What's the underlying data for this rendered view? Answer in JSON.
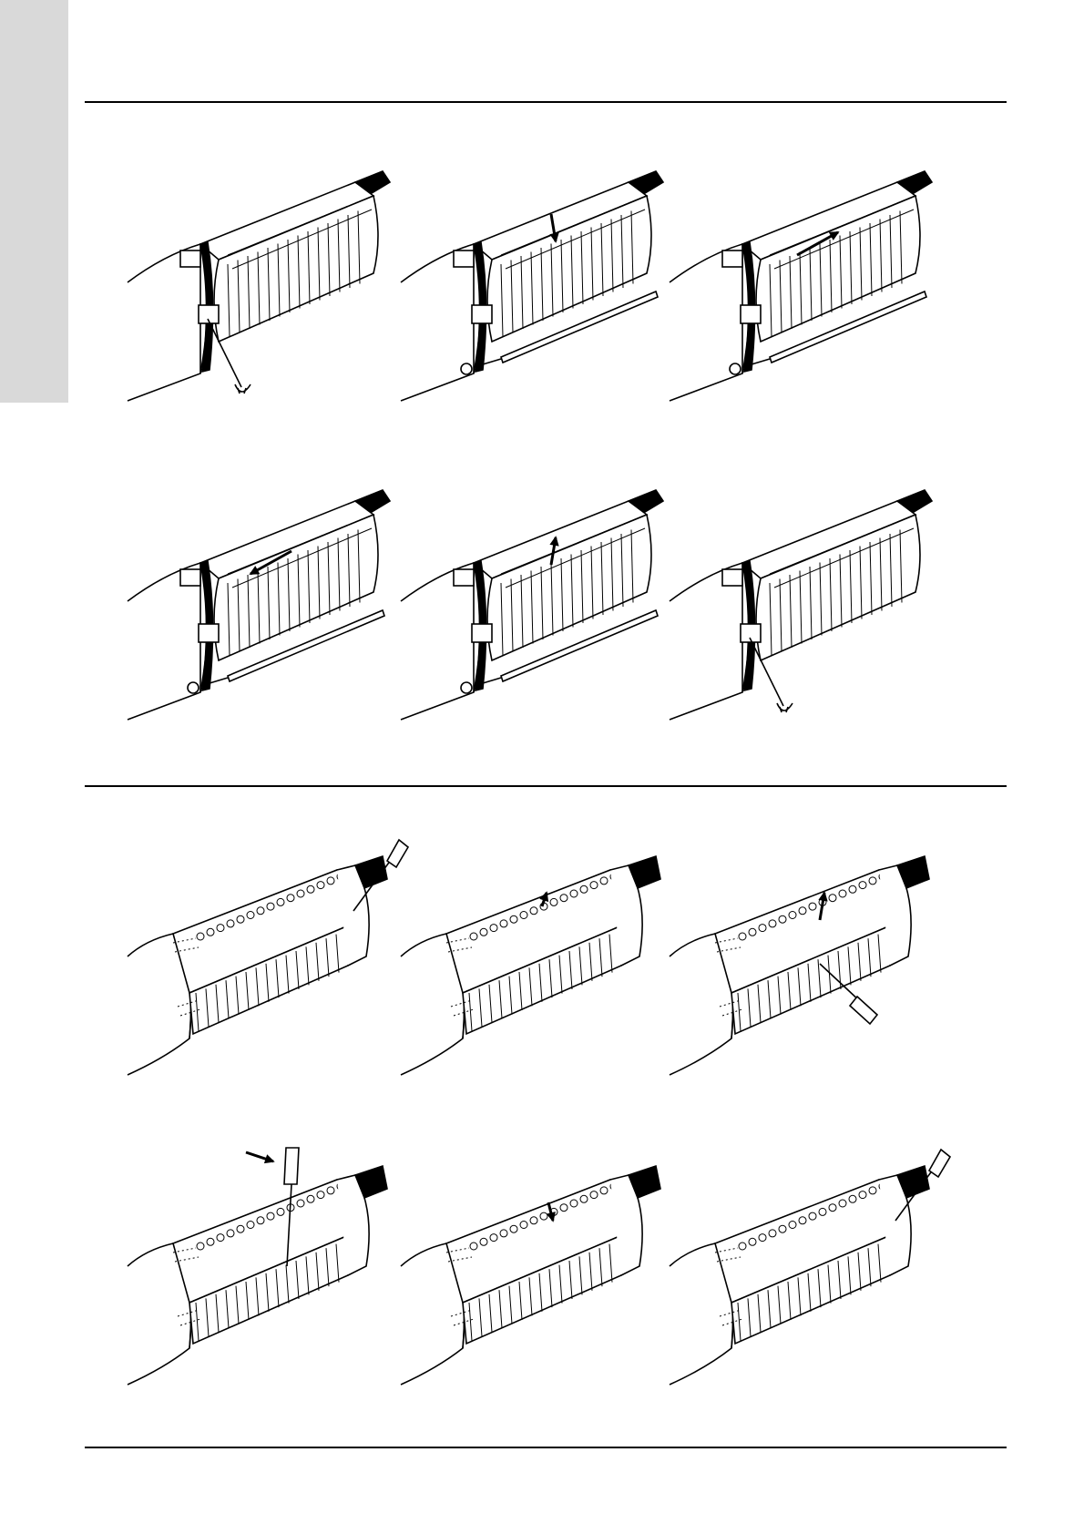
{
  "colors": {
    "ink": "#000000",
    "side_tab": "#d9d9d9",
    "paper": "#ffffff"
  },
  "sections": [
    {
      "id": "assembly",
      "figures": [
        {
          "variant": "a",
          "tool": "wrench",
          "arrow": "none",
          "fastener": false
        },
        {
          "variant": "a",
          "tool": "none",
          "arrow": "down",
          "fastener": true
        },
        {
          "variant": "a",
          "tool": "none",
          "arrow": "push-in",
          "fastener": true
        },
        {
          "variant": "a",
          "tool": "none",
          "arrow": "pull-out",
          "fastener": true
        },
        {
          "variant": "a",
          "tool": "none",
          "arrow": "up",
          "fastener": true
        },
        {
          "variant": "a",
          "tool": "wrench",
          "arrow": "none",
          "fastener": false
        }
      ]
    },
    {
      "id": "screen",
      "figures": [
        {
          "variant": "b",
          "tool": "screwdriver-top",
          "arrow": "none"
        },
        {
          "variant": "b",
          "tool": "none",
          "arrow": "up-small"
        },
        {
          "variant": "b",
          "tool": "screwdriver-side",
          "arrow": "up"
        },
        {
          "variant": "b",
          "tool": "screwdriver-vertical",
          "arrow": "press"
        },
        {
          "variant": "b",
          "tool": "none",
          "arrow": "down-small"
        },
        {
          "variant": "b",
          "tool": "screwdriver-top",
          "arrow": "none"
        }
      ]
    }
  ]
}
